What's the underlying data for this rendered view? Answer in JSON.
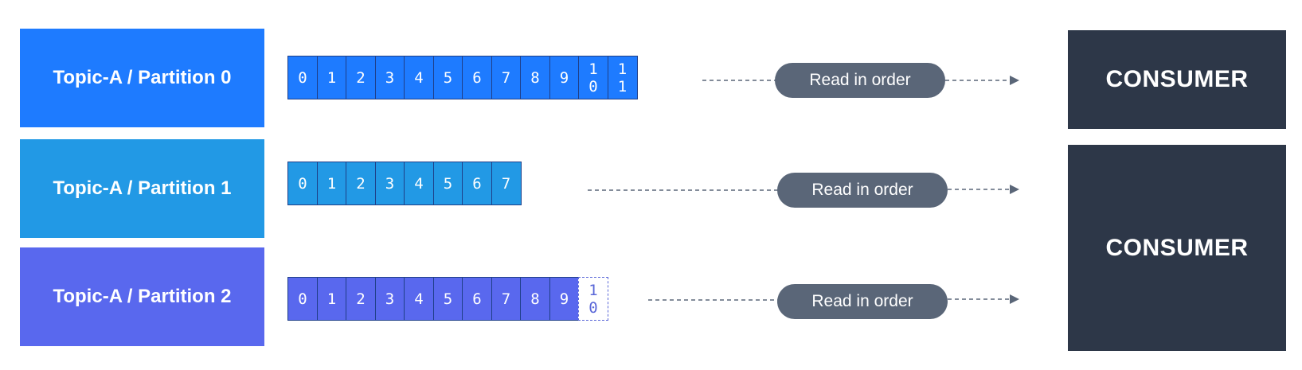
{
  "colors": {
    "partition_0": "#1e7bff",
    "partition_1": "#2299e5",
    "partition_2": "#5968ee",
    "consumer_bg": "#2d3748",
    "pill_bg": "#5a6678",
    "arrow": "#5a6678"
  },
  "partitions": [
    {
      "label": "Topic-A / Partition 0",
      "offsets": [
        "0",
        "1",
        "2",
        "3",
        "4",
        "5",
        "6",
        "7",
        "8",
        "9",
        "10",
        "11"
      ],
      "pending_offset": "",
      "read_label": "Read in order"
    },
    {
      "label": "Topic-A / Partition 1",
      "offsets": [
        "0",
        "1",
        "2",
        "3",
        "4",
        "5",
        "6",
        "7"
      ],
      "pending_offset": "",
      "read_label": "Read in order"
    },
    {
      "label": "Topic-A / Partition 2",
      "offsets": [
        "0",
        "1",
        "2",
        "3",
        "4",
        "5",
        "6",
        "7",
        "8",
        "9"
      ],
      "pending_offset": "10",
      "read_label": "Read in order"
    }
  ],
  "consumers": [
    {
      "label": "CONSUMER"
    },
    {
      "label": "CONSUMER"
    }
  ]
}
